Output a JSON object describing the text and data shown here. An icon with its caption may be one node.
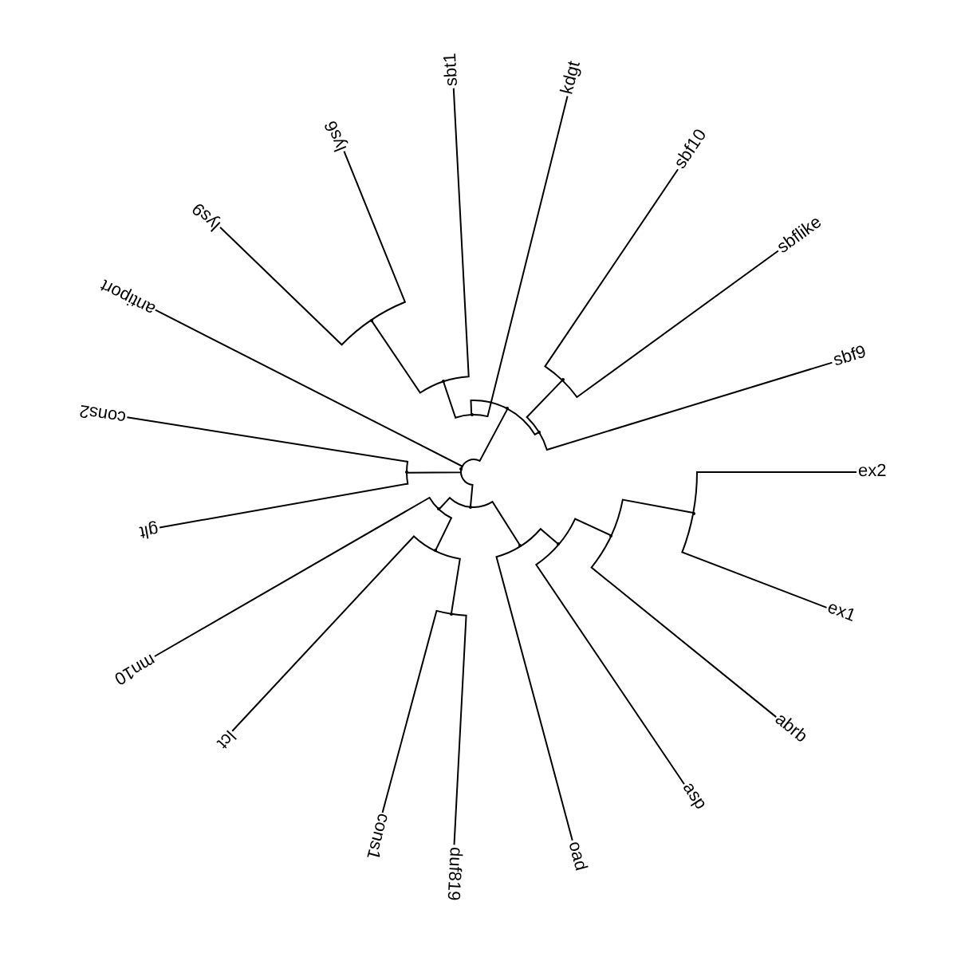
{
  "diagram": {
    "nodes": [
      {
        "text": [
          "sbt1"
        ]
      },
      {
        "text": [
          "kdgt"
        ]
      },
      {
        "text": [
          "sbf10"
        ]
      },
      {
        "text": [
          "sbflike"
        ]
      },
      {
        "text": [
          "sbf9"
        ]
      },
      {
        "text": [
          "ex2"
        ]
      },
      {
        "text": [
          "ex1"
        ]
      },
      {
        "text": [
          "abrb"
        ]
      },
      {
        "text": [
          "asp"
        ]
      },
      {
        "text": [
          "oad"
        ]
      },
      {
        "text": [
          "duf819"
        ]
      },
      {
        "text": [
          "cons1"
        ]
      },
      {
        "text": [
          "lct"
        ]
      },
      {
        "text": [
          "mn10"
        ]
      },
      {
        "text": [
          "glt"
        ]
      },
      {
        "text": [
          "cons2"
        ]
      },
      {
        "text": [
          "antiport"
        ]
      },
      {
        "text": [
          "lys9"
        ]
      },
      {
        "text": [
          "lys6"
        ]
      },
      {
        "text": [],
        "shape": "point"
      },
      {
        "text": [],
        "shape": "point"
      },
      {
        "text": [],
        "shape": "point"
      },
      {
        "text": [],
        "shape": "point"
      },
      {
        "text": [],
        "shape": "point"
      },
      {
        "text": [],
        "shape": "point"
      },
      {
        "text": [],
        "shape": "point"
      },
      {
        "text": [],
        "shape": "point"
      },
      {
        "text": [],
        "shape": "point"
      },
      {
        "text": [],
        "shape": "point"
      },
      {
        "text": [],
        "shape": "point"
      },
      {
        "text": [],
        "shape": "point"
      },
      {
        "text": [],
        "shape": "point"
      },
      {
        "text": [],
        "shape": "point"
      },
      {
        "text": [],
        "shape": "point"
      },
      {
        "text": [],
        "shape": "point"
      }
    ],
    "edges": [
      {
        "from": 19,
        "to": 20,
        "arrow": "none"
      },
      {
        "from": 19,
        "to": 16,
        "arrow": "none"
      },
      {
        "from": 19,
        "to": 26,
        "arrow": "none"
      },
      {
        "from": 19,
        "to": 27,
        "arrow": "none"
      },
      {
        "from": 20,
        "to": 21,
        "arrow": "none"
      },
      {
        "from": 20,
        "to": 24,
        "arrow": "none"
      },
      {
        "from": 21,
        "to": 22,
        "arrow": "none"
      },
      {
        "from": 21,
        "to": 1,
        "arrow": "none"
      },
      {
        "from": 22,
        "to": 23,
        "arrow": "none"
      },
      {
        "from": 22,
        "to": 0,
        "arrow": "none"
      },
      {
        "from": 23,
        "to": 17,
        "arrow": "none"
      },
      {
        "from": 23,
        "to": 18,
        "arrow": "none"
      },
      {
        "from": 24,
        "to": 25,
        "arrow": "none"
      },
      {
        "from": 24,
        "to": 4,
        "arrow": "none"
      },
      {
        "from": 25,
        "to": 2,
        "arrow": "none"
      },
      {
        "from": 25,
        "to": 3,
        "arrow": "none"
      },
      {
        "from": 26,
        "to": 14,
        "arrow": "none"
      },
      {
        "from": 26,
        "to": 15,
        "arrow": "none"
      },
      {
        "from": 27,
        "to": 28,
        "arrow": "none"
      },
      {
        "from": 27,
        "to": 32,
        "arrow": "none"
      },
      {
        "from": 28,
        "to": 29,
        "arrow": "none"
      },
      {
        "from": 28,
        "to": 9,
        "arrow": "none"
      },
      {
        "from": 29,
        "to": 30,
        "arrow": "none"
      },
      {
        "from": 29,
        "to": 8,
        "arrow": "none"
      },
      {
        "from": 30,
        "to": 31,
        "arrow": "none"
      },
      {
        "from": 30,
        "to": 7,
        "arrow": "none"
      },
      {
        "from": 31,
        "to": 5,
        "arrow": "none"
      },
      {
        "from": 31,
        "to": 6,
        "arrow": "none"
      },
      {
        "from": 32,
        "to": 33,
        "arrow": "none"
      },
      {
        "from": 32,
        "to": 13,
        "arrow": "none"
      },
      {
        "from": 33,
        "to": 34,
        "arrow": "none"
      },
      {
        "from": 33,
        "to": 12,
        "arrow": "none"
      },
      {
        "from": 34,
        "to": 10,
        "arrow": "none"
      },
      {
        "from": 34,
        "to": 11,
        "arrow": "none"
      }
    ]
  }
}
